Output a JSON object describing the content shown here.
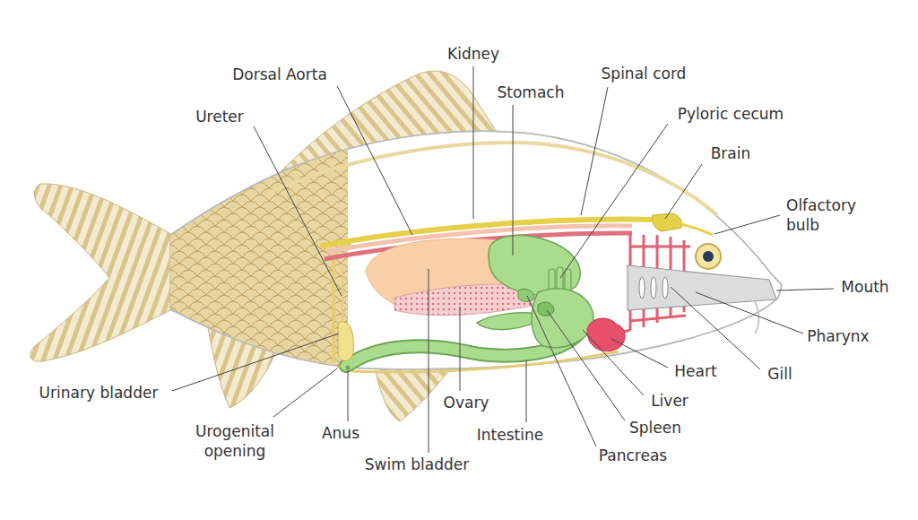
{
  "diagram": {
    "labels": [
      "Kidney",
      "Dorsal Aorta",
      "Spinal cord",
      "Stomach",
      "Ureter",
      "Pyloric cecum",
      "Brain",
      "Olfactory bulb",
      "Mouth",
      "Pharynx",
      "Heart",
      "Gill",
      "Urinary bladder",
      "Liver",
      "Ovary",
      "Spleen",
      "Anus",
      "Intestine",
      "Urogenital opening",
      "Pancreas",
      "Swim bladder"
    ]
  }
}
